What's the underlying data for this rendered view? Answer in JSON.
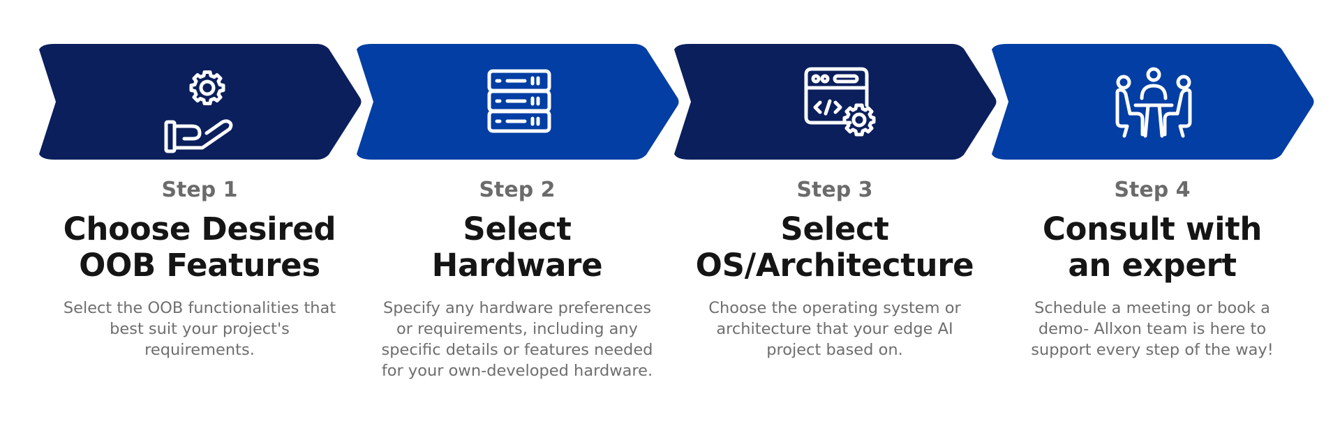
{
  "colors": {
    "dark_navy": "#0b1f5c",
    "royal_blue": "#023ea3",
    "icon_stroke": "#ffffff",
    "step_label": "#6b6b6b",
    "title": "#151515",
    "description": "#6e6e6e"
  },
  "steps": [
    {
      "icon": "gear-hand-icon",
      "fill": "dark_navy",
      "label": "Step 1",
      "title_line1": "Choose Desired",
      "title_line2": "OOB Features",
      "description": "Select the OOB functionalities that best suit your project's requirements."
    },
    {
      "icon": "server-icon",
      "fill": "royal_blue",
      "label": "Step 2",
      "title_line1": "Select",
      "title_line2": "Hardware",
      "description": "Specify any hardware preferences or requirements, including any specific details or features needed for your own-developed hardware."
    },
    {
      "icon": "code-window-gear-icon",
      "fill": "dark_navy",
      "label": "Step 3",
      "title_line1": "Select",
      "title_line2": "OS/Architecture",
      "description": "Choose the operating system or architecture that your edge AI project based on."
    },
    {
      "icon": "meeting-people-icon",
      "fill": "royal_blue",
      "label": "Step 4",
      "title_line1": "Consult with",
      "title_line2": "an expert",
      "description": "Schedule a meeting or book a demo- Allxon team is here to support every step of the way!"
    }
  ]
}
